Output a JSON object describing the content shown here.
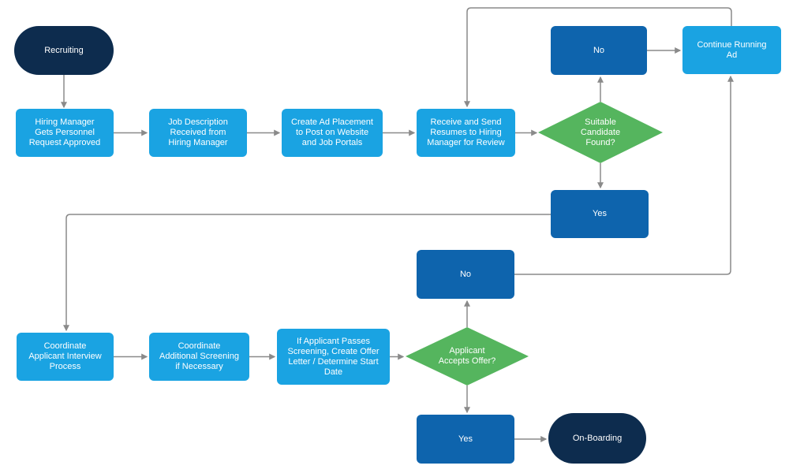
{
  "palette": {
    "process": "#1aa3e2",
    "branch": "#0e64ad",
    "terminator": "#0d2c4e",
    "decision": "#55b55e",
    "connector": "#8a8a8a",
    "label": "#ffffff"
  },
  "nodes": {
    "recruiting": "Recruiting",
    "request_approved": "Hiring Manager Gets Personnel Request Approved",
    "job_description": "Job Description Received from Hiring Manager",
    "create_ad": "Create Ad Placement to Post on Website and Job Portals",
    "receive_resumes": "Receive and Send Resumes to Hiring Manager for Review",
    "suitable_candidate": "Suitable Candidate Found?",
    "no_suitable": "No",
    "continue_ad": "Continue Running Ad",
    "yes_suitable": "Yes",
    "coordinate_interview": "Coordinate Applicant Interview Process",
    "additional_screening": "Coordinate Additional Screening if Necessary",
    "offer_letter": "If Applicant Passes Screening, Create Offer Letter / Determine Start Date",
    "accepts_offer": "Applicant Accepts Offer?",
    "no_accept": "No",
    "yes_accept": "Yes",
    "onboarding": "On-Boarding"
  }
}
